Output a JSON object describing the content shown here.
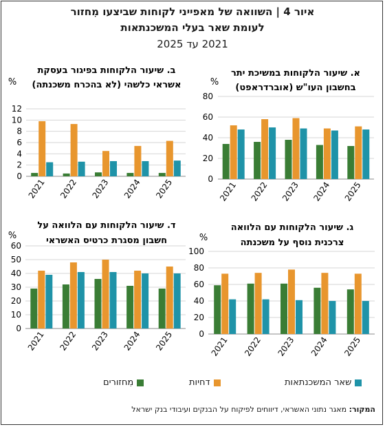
{
  "header": {
    "line1": "איור 4 | השוואה של מאפייני לקוחות שביצעו מִחזור",
    "line2": "לעומת שאר בעלי המשכנתאות",
    "line3": "2021 עד 2025"
  },
  "legend": {
    "refinanced": "מִחזורים",
    "rejections": "דחיות",
    "rest": "שאר המשכנתאות"
  },
  "colors": {
    "refinanced": "#3a7d35",
    "rejections": "#e8962e",
    "rest": "#1f93a8"
  },
  "source": {
    "label": "המקור:",
    "text": "מאגר נתוני האשראי, דיווחים לפיקוח על הבנקים ועיבודי בנק ישראל"
  },
  "chart_data": [
    {
      "type": "bar",
      "title_line1": "א. שיעור הלקוחות במשיכת יתר",
      "title_line2": "בחשבון העו\"ש (אוברדראפט)",
      "unit": "%",
      "ylim": [
        0,
        80
      ],
      "yticks": [
        0,
        20,
        40,
        60,
        80
      ],
      "categories": [
        "2021",
        "2022",
        "2023",
        "2024",
        "2025"
      ],
      "series": [
        {
          "key": "refinanced",
          "values": [
            34,
            36,
            38,
            33,
            32
          ]
        },
        {
          "key": "rejections",
          "values": [
            52,
            58,
            59,
            49,
            51
          ]
        },
        {
          "key": "rest",
          "values": [
            48,
            50,
            49,
            47,
            48
          ]
        }
      ]
    },
    {
      "type": "bar",
      "title_line1": "ב. שיעור הלקוחות בפיגור בעסקת",
      "title_line2": "אשראי כלשהי (לא בהכרח משכנתה)",
      "unit": "%",
      "ylim": [
        0,
        12
      ],
      "yticks": [
        0,
        2,
        4,
        6,
        8,
        10,
        12
      ],
      "categories": [
        "2021",
        "2022",
        "2023",
        "2024",
        "2025"
      ],
      "series": [
        {
          "key": "refinanced",
          "values": [
            0.6,
            0.5,
            0.7,
            0.6,
            0.6
          ]
        },
        {
          "key": "rejections",
          "values": [
            9.8,
            9.3,
            4.5,
            5.4,
            6.3
          ]
        },
        {
          "key": "rest",
          "values": [
            2.5,
            2.6,
            2.7,
            2.7,
            2.8
          ]
        }
      ]
    },
    {
      "type": "bar",
      "title_line1": "ג. שיעור הלקוחות עם הלוואה",
      "title_line2": "צרכנית נוסף על משכנתה",
      "unit": "%",
      "ylim": [
        0,
        100
      ],
      "yticks": [
        0,
        20,
        40,
        60,
        80,
        100
      ],
      "categories": [
        "2021",
        "2022",
        "2023",
        "2024",
        "2025"
      ],
      "series": [
        {
          "key": "refinanced",
          "values": [
            59,
            61,
            61,
            56,
            54
          ]
        },
        {
          "key": "rejections",
          "values": [
            73,
            74,
            78,
            74,
            73
          ]
        },
        {
          "key": "rest",
          "values": [
            42,
            42,
            41,
            40,
            40
          ]
        }
      ]
    },
    {
      "type": "bar",
      "title_line1": "ד. שיעור הלקוחות עם הלוואה על",
      "title_line2": "חשבון מסגרת כרטיס האשראי",
      "unit": "%",
      "ylim": [
        0,
        60
      ],
      "yticks": [
        0,
        10,
        20,
        30,
        40,
        50,
        60
      ],
      "categories": [
        "2021",
        "2022",
        "2023",
        "2024",
        "2025"
      ],
      "series": [
        {
          "key": "refinanced",
          "values": [
            29,
            32,
            36,
            31,
            29
          ]
        },
        {
          "key": "rejections",
          "values": [
            42,
            48,
            50,
            42,
            45
          ]
        },
        {
          "key": "rest",
          "values": [
            39,
            41,
            41,
            40,
            40
          ]
        }
      ]
    }
  ]
}
